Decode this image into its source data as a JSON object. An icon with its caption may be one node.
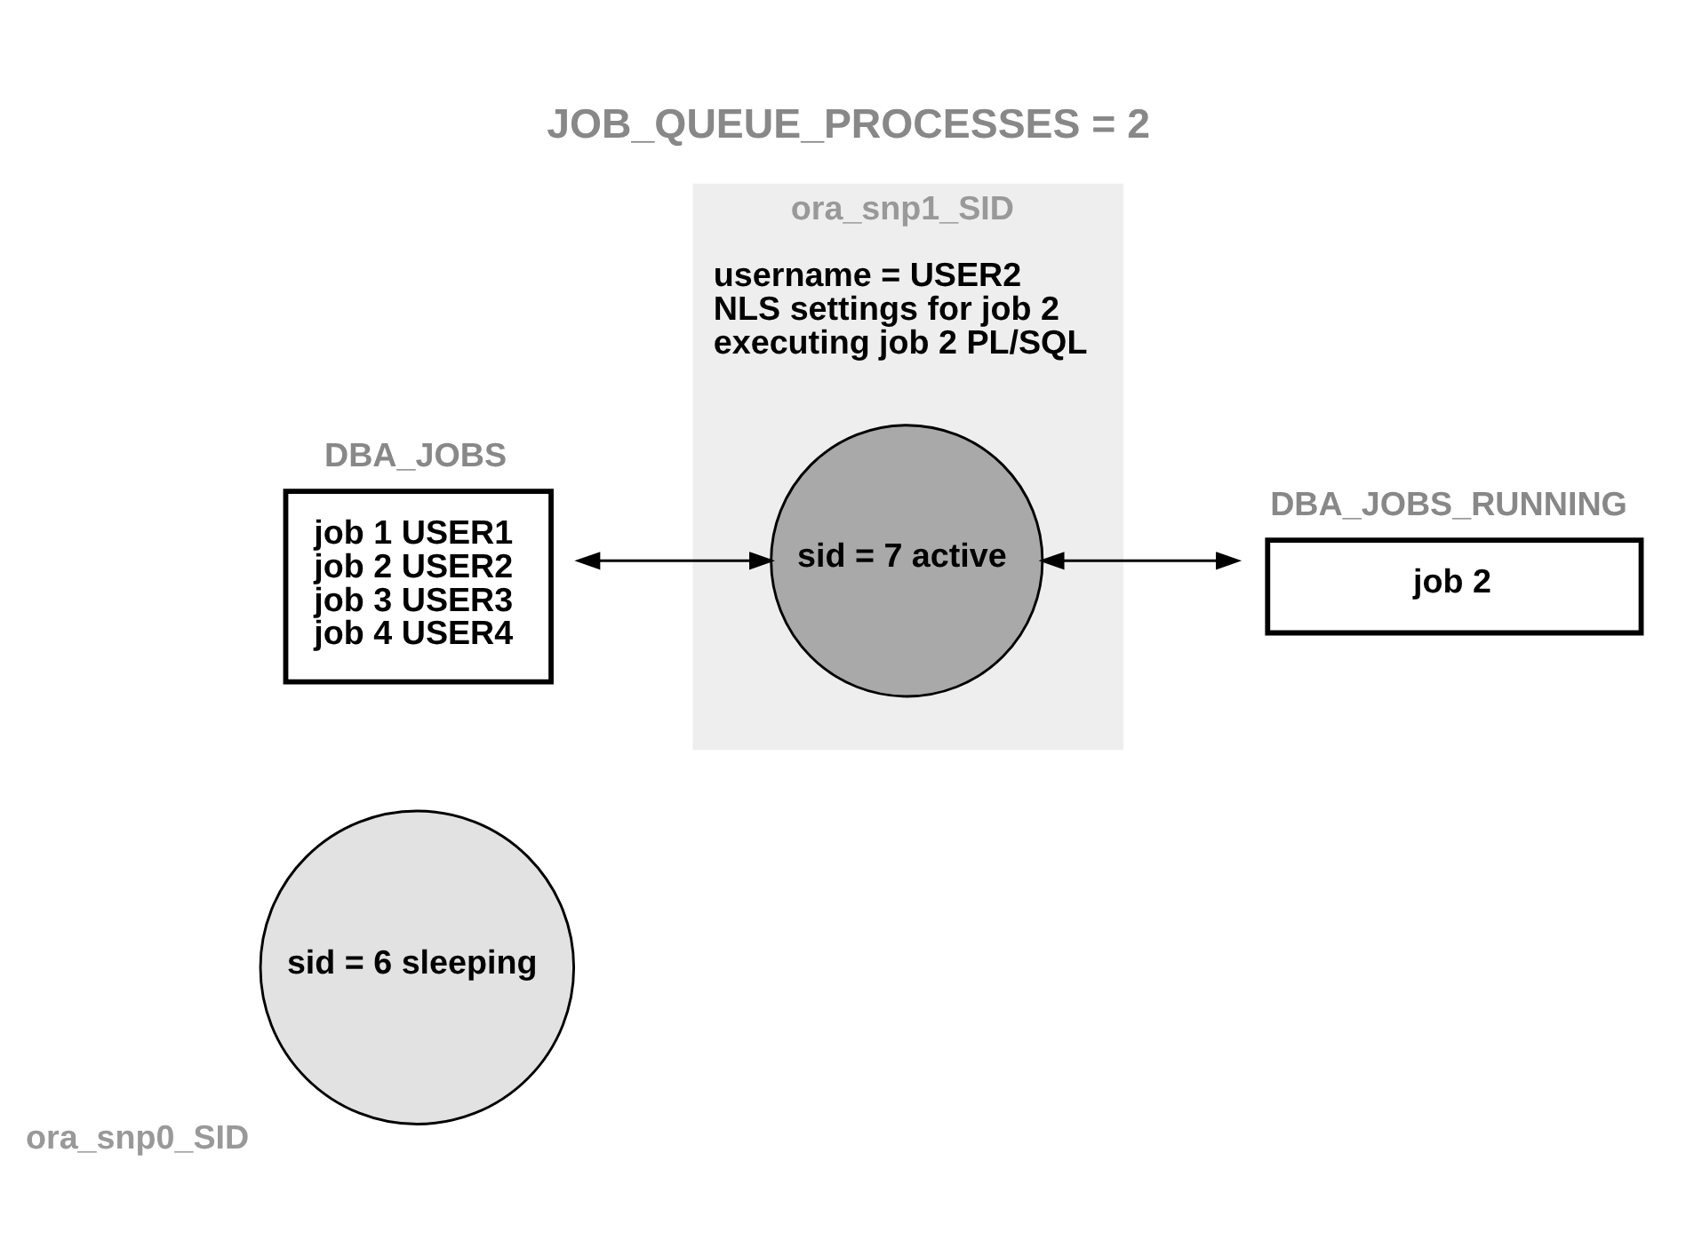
{
  "diagram": {
    "title": "JOB_QUEUE_PROCESSES = 2",
    "nodes": [
      {
        "text": [
          "sid = 6 sleeping"
        ],
        "beside": [
          "ora_snp0_SID"
        ]
      },
      {
        "text": [
          "DBA_JOBS",
          "job 1 USER1",
          "job 2 USER2",
          "job 3 USER3",
          "job 4 USER4"
        ]
      },
      {
        "text": [
          "ora_snp1_SID",
          "username = USER2",
          "NLS settings for job 2",
          "executing job 2 PL/SQL"
        ]
      },
      {
        "text": [
          "sid = 7 active"
        ],
        "in": 2
      },
      {
        "text": [
          "DBA_JOBS_RUNNING",
          "job 2"
        ]
      }
    ],
    "edges": [
      {
        "from": 1,
        "to": 3,
        "arrow": "both"
      },
      {
        "from": 3,
        "to": 4,
        "arrow": "both"
      }
    ]
  }
}
